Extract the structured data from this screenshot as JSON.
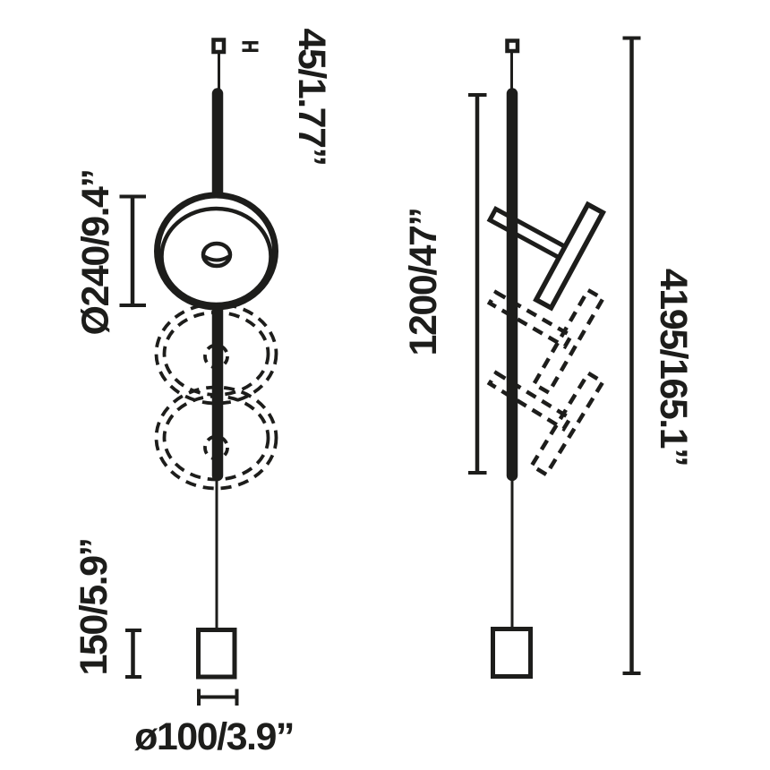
{
  "diagram": {
    "type": "technical-dimension-drawing",
    "front_view": {
      "canopy_height_label": "45/1.77”",
      "shade_diameter_label": "Ø240/9.4”",
      "counterweight_height_label": "150/5.9”",
      "counterweight_diameter_label": "ø100/3.9”"
    },
    "side_view": {
      "pendant_length_label": "1200/47”",
      "total_height_label": "4195/165.1”"
    },
    "colors": {
      "ink": "#1d1d1b",
      "background": "#ffffff"
    }
  }
}
